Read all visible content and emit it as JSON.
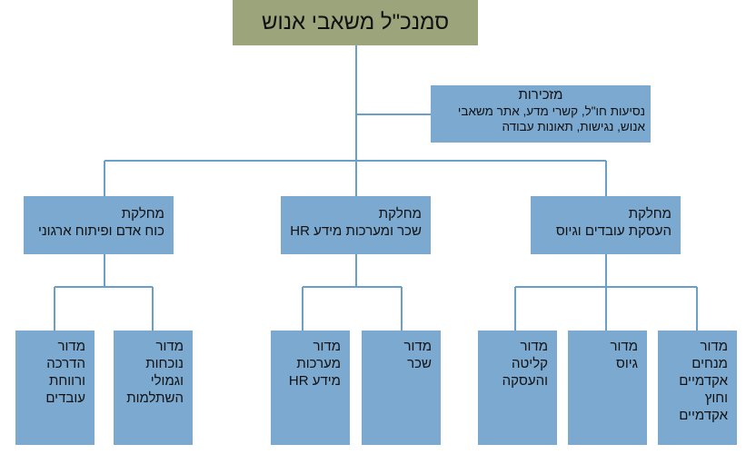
{
  "colors": {
    "head_fill": "#9ba47b",
    "box_fill": "#7ba9d0",
    "line": "#6aa0c8"
  },
  "head": {
    "title": "סמנכ\"ל משאבי אנוש"
  },
  "secretariat": {
    "title": "מזכירות",
    "line1": "נסיעות חו\"ל, קשרי מדע, אתר משאבי",
    "line2": "אנוש, נגישות, תאונות עבודה"
  },
  "departments": [
    {
      "l1": "מחלקת",
      "l2": "העסקת עובדים וגיוס"
    },
    {
      "l1": "מחלקת",
      "l2": "שכר ומערכות מידע HR"
    },
    {
      "l1": "מחלקת",
      "l2": "כוח אדם ופיתוח ארגוני"
    }
  ],
  "units": [
    {
      "l1": "מדור",
      "l2": "מנחים",
      "l3": "אקדמיים",
      "l4": "וחוץ",
      "l5": "אקדמיים"
    },
    {
      "l1": "מדור",
      "l2": "גיוס"
    },
    {
      "l1": "מדור",
      "l2": "קליטה",
      "l3": "והעסקה"
    },
    {
      "l1": "מדור",
      "l2": "שכר"
    },
    {
      "l1": "מדור",
      "l2": "מערכות",
      "l3": "מידע HR"
    },
    {
      "l1": "מדור",
      "l2": "נוכחות",
      "l3": "וגמולי",
      "l4": "השתלמות"
    },
    {
      "l1": "מדור",
      "l2": "הדרכה",
      "l3": "ורווחת",
      "l4": "עובדים"
    }
  ]
}
